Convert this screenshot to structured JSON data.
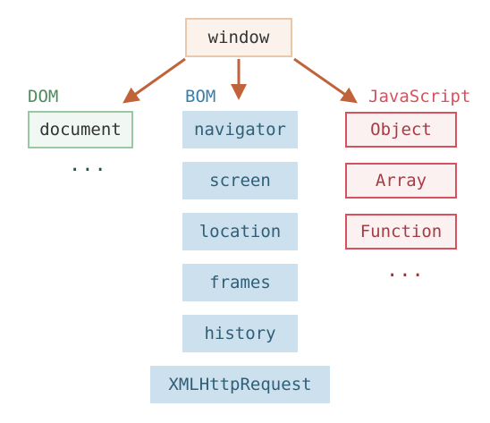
{
  "root": {
    "label": "window"
  },
  "dom": {
    "title": "DOM",
    "items": [
      "document"
    ],
    "more": "..."
  },
  "bom": {
    "title": "BOM",
    "items": [
      "navigator",
      "screen",
      "location",
      "frames",
      "history",
      "XMLHttpRequest"
    ]
  },
  "javascript": {
    "title": "JavaScript",
    "items": [
      "Object",
      "Array",
      "Function"
    ],
    "more": "..."
  },
  "colors": {
    "arrow": "#c0633a",
    "window_fill": "#fbf2ec",
    "window_border": "#e9c7ab",
    "dom_accent": "#4d8a5e",
    "bom_fill": "#cde0ee",
    "bom_text": "#2f5f77",
    "js_accent": "#d6525e"
  }
}
